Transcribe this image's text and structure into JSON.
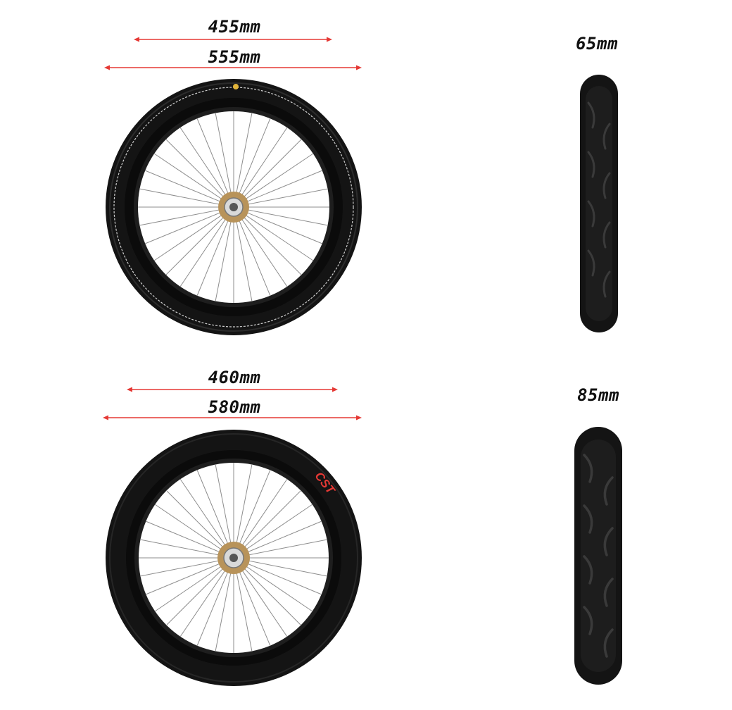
{
  "front": {
    "inner_diameter": "455mm",
    "outer_diameter": "555mm",
    "width": "65mm"
  },
  "rear": {
    "inner_diameter": "460mm",
    "outer_diameter": "580mm",
    "width": "85mm",
    "tire_brand": "CST"
  },
  "colors": {
    "arrow": "#e53935",
    "tire": "#141414",
    "hub": "#b8935a",
    "brand": "#e53935"
  }
}
